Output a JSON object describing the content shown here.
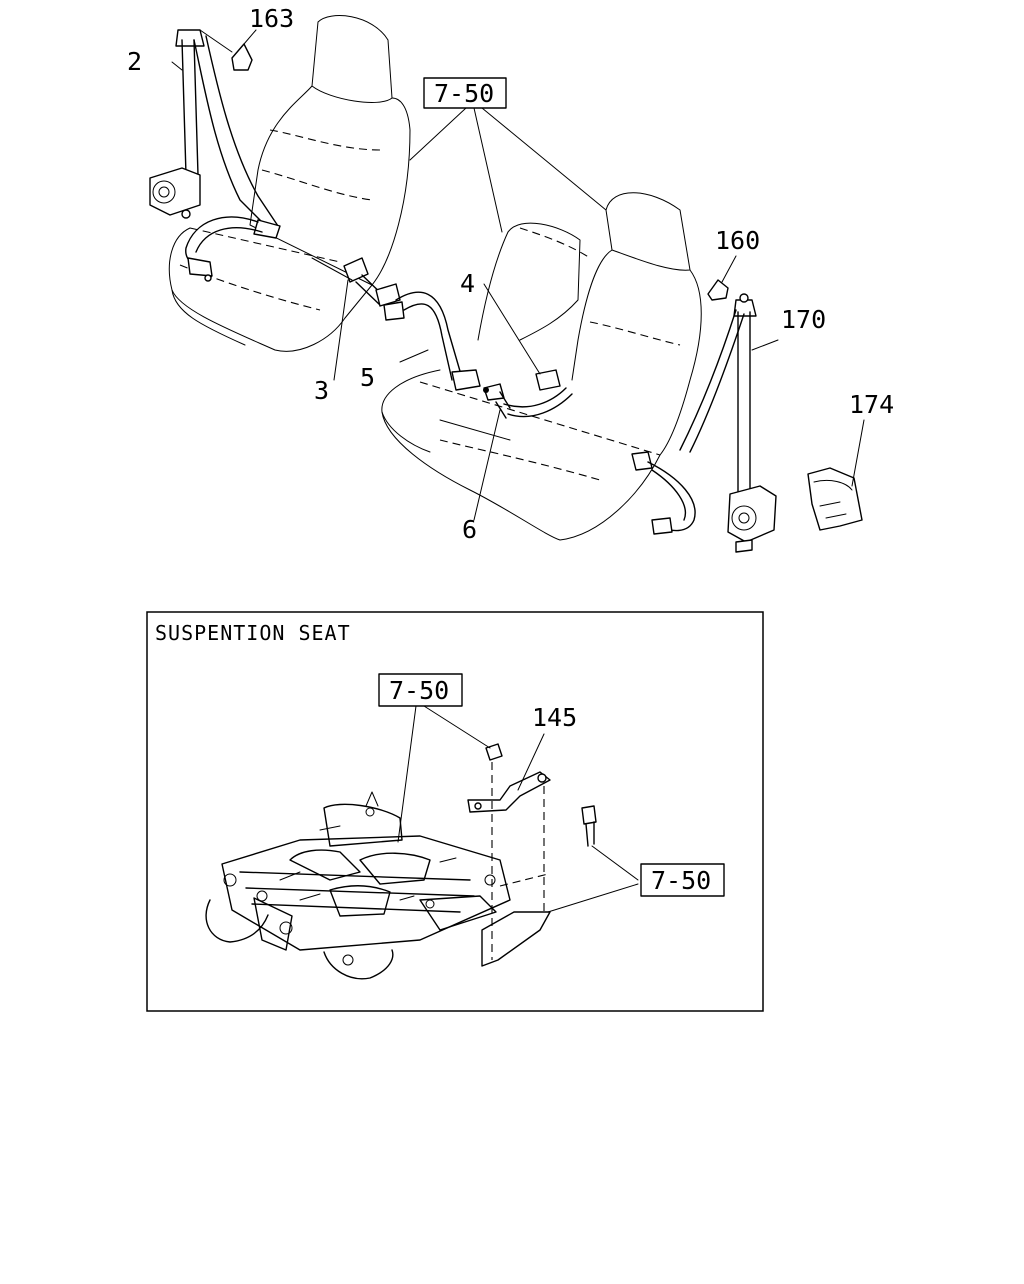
{
  "upper_diagram": {
    "labels": {
      "part_163": "163",
      "part_2": "2",
      "ref_top": "7-50",
      "part_160": "160",
      "part_4": "4",
      "part_170": "170",
      "part_3": "3",
      "part_5": "5",
      "part_174": "174",
      "part_6": "6"
    }
  },
  "inset": {
    "title": "SUSPENTION SEAT",
    "labels": {
      "ref_left": "7-50",
      "part_145": "145",
      "ref_right": "7-50"
    }
  }
}
